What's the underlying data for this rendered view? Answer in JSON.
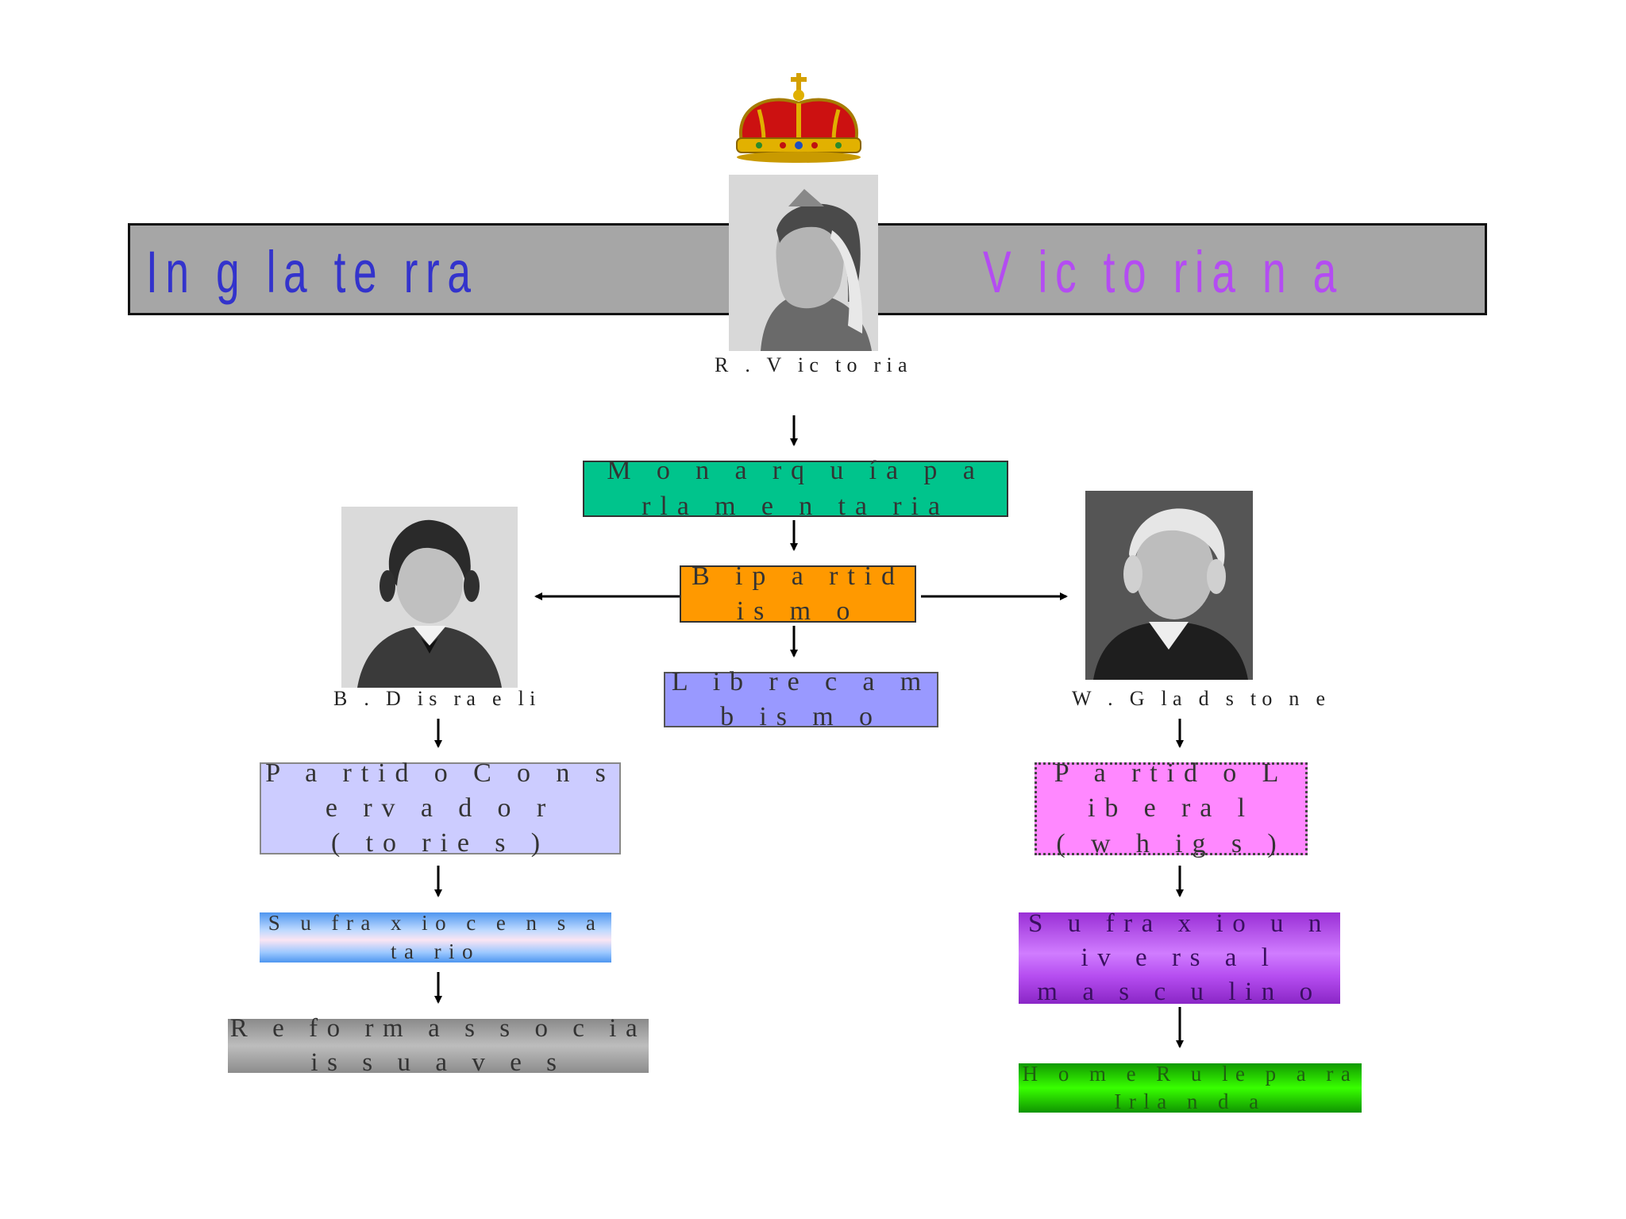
{
  "title": {
    "left": "In g la te rra",
    "right": "V ic to ria n a"
  },
  "portraits": {
    "victoria": {
      "caption": "R . V ic to ria"
    },
    "disraeli": {
      "caption": "B . D is ra e li"
    },
    "gladstone": {
      "caption": "W . G la d s to n e"
    }
  },
  "nodes": {
    "monarquia": "M o n a rq u ía   p a rla m e n ta ria",
    "bipartidismo": "B ip a rtid is m o",
    "librecambismo": "L ib re c a m b is m o",
    "conservador": "P a rtid o   C o n s e rv a d o r\n( to rie s )",
    "liberal": "P a rtid o   L ib e ra l\n( w h ig s )",
    "censatario": "S u fra x io   c e n s a ta rio",
    "universal": "S u fra x io   u n iv e rs a l\nm a s c u lin o",
    "reformas": "R e fo rm a s   s o c ia is   s u a v e s",
    "homerule": "H o m e   R u le   p a ra   Irla n d a"
  },
  "colors": {
    "title_left": "#3333cc",
    "title_right": "#b44cf2",
    "monarquia": "#00c48c",
    "bipartidismo": "#ff9900",
    "librecambismo": "#9999ff",
    "conservador": "#ccccff",
    "liberal": "#ff88ff"
  },
  "icons": [
    "crown-icon"
  ]
}
